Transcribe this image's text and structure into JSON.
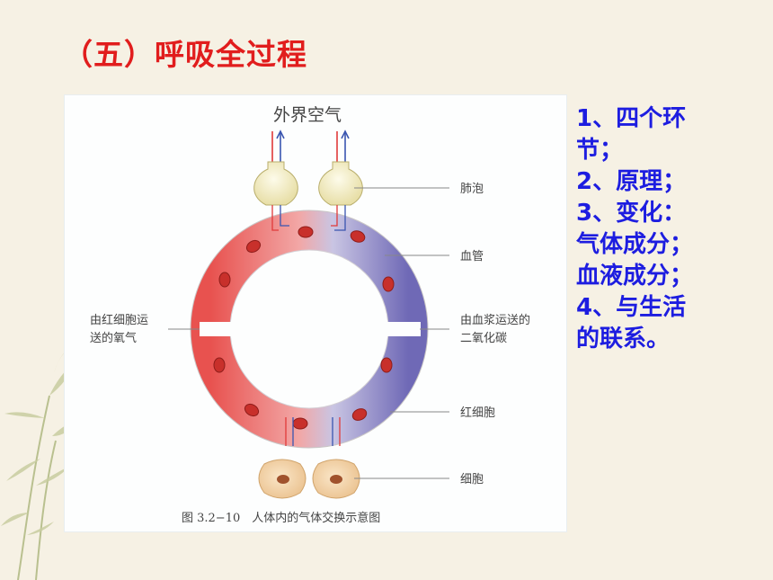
{
  "slide": {
    "title": "（五）呼吸全过程"
  },
  "figure": {
    "top_label": "外界空气",
    "labels": {
      "alveoli": "肺泡",
      "vessel": "血管",
      "co2": [
        "由血浆运送的",
        "二氧化碳"
      ],
      "o2": [
        "由红细胞运",
        "送的氧气"
      ],
      "rbc": "红细胞",
      "cell": "细胞"
    },
    "caption": "图 3.2−10　人体内的气体交换示意图",
    "colors": {
      "oxygenated": "#e03a3a",
      "deoxygenated": "#5a55a8",
      "alveolus": "#f3eec8",
      "cell": "#f5d7b0"
    }
  },
  "notes": {
    "lines": [
      "1、四个环",
      "节；",
      "2、原理；",
      "3、变化：",
      "气体成分；",
      "血液成分；",
      "4、与生活",
      "的联系。"
    ]
  }
}
